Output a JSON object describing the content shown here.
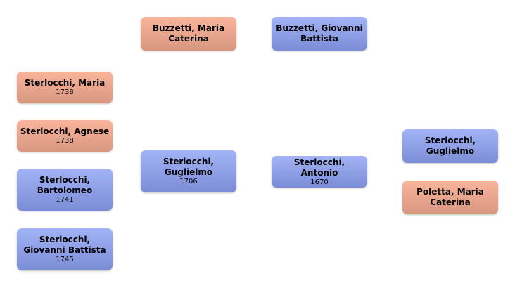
{
  "colors": {
    "female": "#f0a890",
    "male": "#8fa0e8"
  },
  "grandparents": [
    {
      "name": "Buzzetti, Maria Caterina",
      "year": "",
      "sex": "female"
    },
    {
      "name": "Buzzetti, Giovanni Battista",
      "year": "",
      "sex": "male"
    }
  ],
  "children": [
    {
      "name": "Sterlocchi, Maria",
      "year": "1738",
      "sex": "female"
    },
    {
      "name": "Sterlocchi, Agnese",
      "year": "1738",
      "sex": "female"
    },
    {
      "name": "Sterlocchi, Bartolomeo",
      "year": "1741",
      "sex": "male"
    },
    {
      "name": "Sterlocchi, Giovanni Battista",
      "year": "1745",
      "sex": "male"
    }
  ],
  "focus": {
    "name": "Sterlocchi, Guglielmo",
    "year": "1706",
    "sex": "male"
  },
  "father": {
    "name": "Sterlocchi, Antonio",
    "year": "1670",
    "sex": "male"
  },
  "paternal_parents": [
    {
      "name": "Sterlocchi, Guglielmo",
      "year": "",
      "sex": "male"
    },
    {
      "name": "Poletta, Maria Caterina",
      "year": "",
      "sex": "female"
    }
  ]
}
